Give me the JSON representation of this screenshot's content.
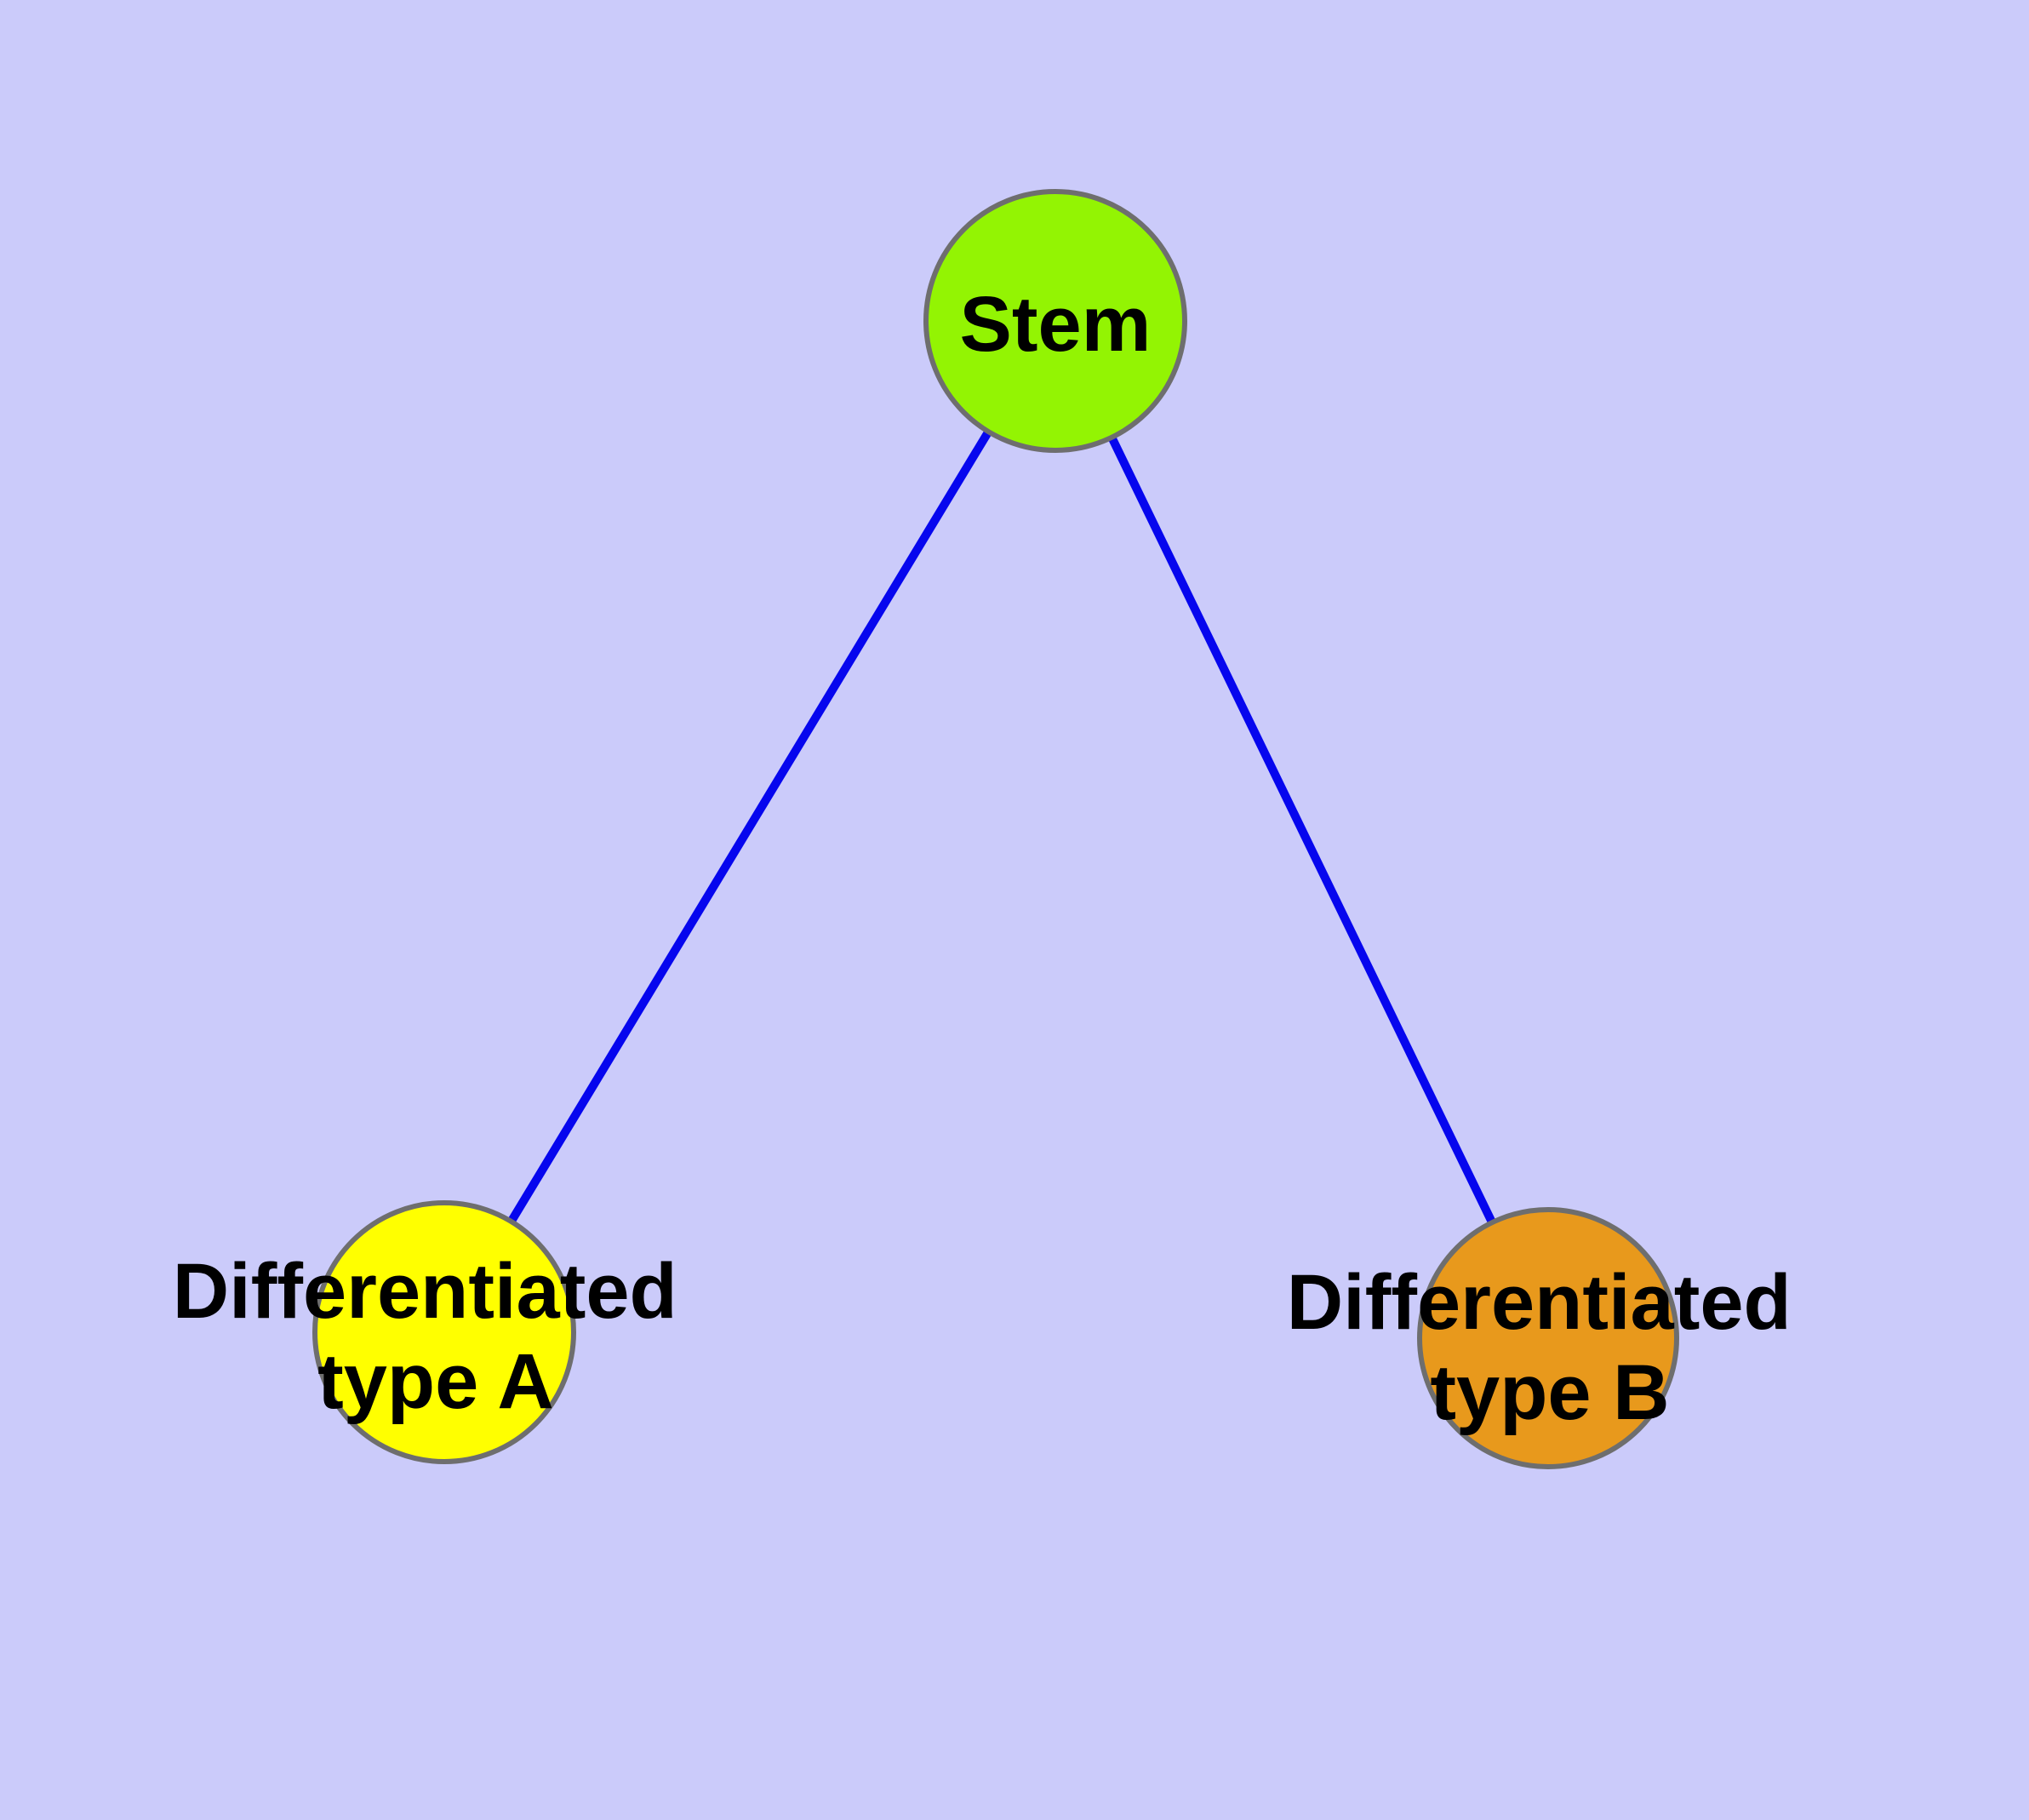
{
  "diagram": {
    "type": "node-link-graph",
    "description": "Stem cell differentiation diagram",
    "colors": {
      "background": "#CBCBFA",
      "edge": "#0606EE",
      "node_border": "#6E6E6E",
      "label": "#000000"
    },
    "nodes": [
      {
        "id": "stem",
        "fill": "#93F403",
        "lines": [
          "Stem"
        ]
      },
      {
        "id": "type-a",
        "fill": "#FFFF00",
        "lines": [
          "Differentiated",
          "type A"
        ]
      },
      {
        "id": "type-b",
        "fill": "#E8991C",
        "lines": [
          "Differentiated",
          "type B"
        ]
      }
    ],
    "edges": [
      {
        "from": "Stem",
        "to": "Differentiated type A"
      },
      {
        "from": "Stem",
        "to": "Differentiated type B"
      }
    ]
  }
}
